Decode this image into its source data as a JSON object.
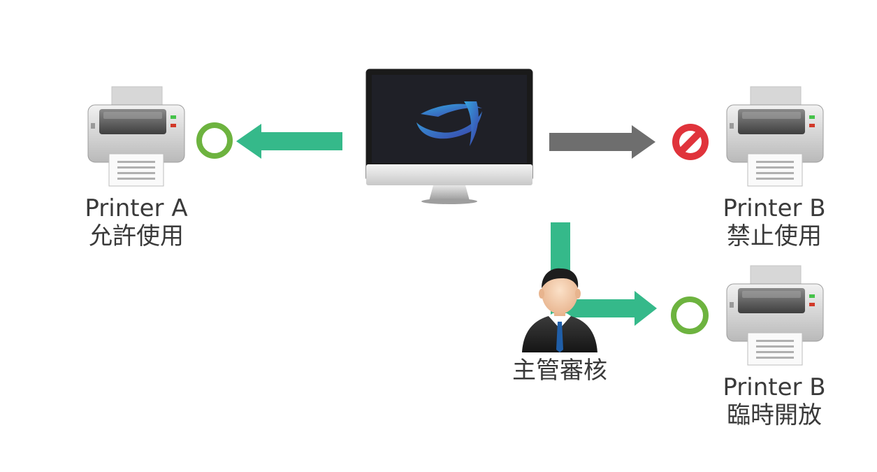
{
  "printers": {
    "a": {
      "name": "Printer A",
      "status": "允許使用",
      "status_icon": "allowed-circle-icon"
    },
    "b_blocked": {
      "name": "Printer B",
      "status": "禁止使用",
      "status_icon": "prohibited-icon"
    },
    "b_temporary": {
      "name": "Printer B",
      "status": "臨時開放",
      "status_icon": "allowed-circle-icon"
    }
  },
  "supervisor": {
    "label": "主管審核",
    "icon": "manager-avatar-icon"
  },
  "computer": {
    "icon": "monitor-icon",
    "logo": "app-logo-icon"
  },
  "colors": {
    "allowed_arrow": "#35b98a",
    "blocked_arrow": "#6e6e6e",
    "allowed_circle": "#6db33f",
    "prohibited": "#e0333b",
    "text": "#3a3a3a"
  }
}
